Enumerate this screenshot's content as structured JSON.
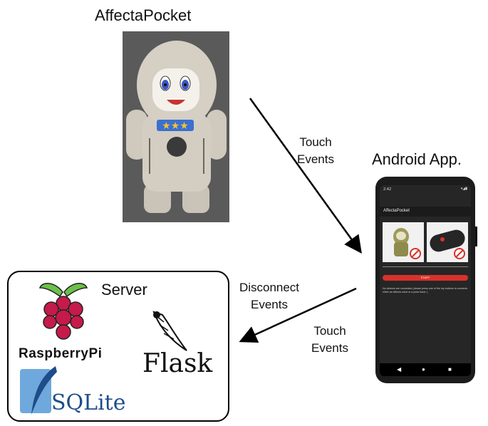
{
  "nodes": {
    "robot": {
      "title": "AffectaPocket"
    },
    "android": {
      "title": "Android App."
    },
    "server": {
      "title": "Server"
    }
  },
  "edges": {
    "robot_to_app": {
      "label_line1": "Touch",
      "label_line2": "Events"
    },
    "app_to_server_disconnect": {
      "label_line1": "Disconnect",
      "label_line2": "Events"
    },
    "app_to_server_touch": {
      "label_line1": "Touch",
      "label_line2": "Events"
    }
  },
  "phone_screen": {
    "status_time": "2:42",
    "app_title": "AffectaPocket",
    "start_button": "START",
    "message": "No devices are connected, please press one of the top buttons to connects either an Affecta robot or a polar band :)"
  },
  "logos": {
    "raspberry_pi": "RaspberryPi",
    "flask": "Flask",
    "sqlite": "SQLite"
  },
  "colors": {
    "arrow": "#000000",
    "start_button": "#d8322a",
    "robot_star": "#f4c430",
    "raspberry_red": "#c51a4a",
    "raspberry_leaf": "#6cc04a",
    "sqlite_blue": "#1f4c8a"
  }
}
